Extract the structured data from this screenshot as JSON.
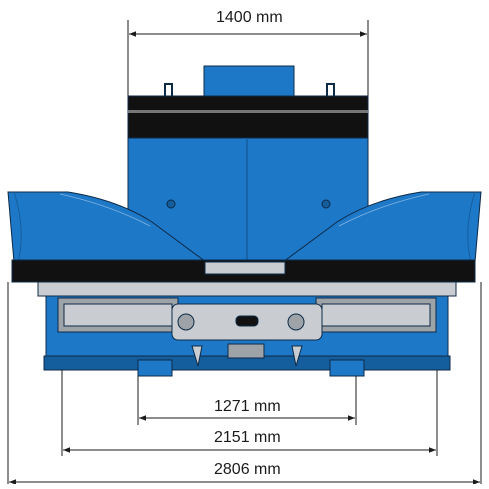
{
  "dimensions": {
    "top_width": "1400 mm",
    "inner_width": "1271 mm",
    "middle_width": "2151 mm",
    "total_width": "2806 mm"
  },
  "colors": {
    "body_blue": "#1e78c8",
    "body_blue_dark": "#155e9e",
    "outline": "#0d2a47",
    "rubber_black": "#111111",
    "steel_gray": "#9ea3a8",
    "steel_light": "#c9cdd1",
    "dimension_line": "#1b1b1b"
  }
}
